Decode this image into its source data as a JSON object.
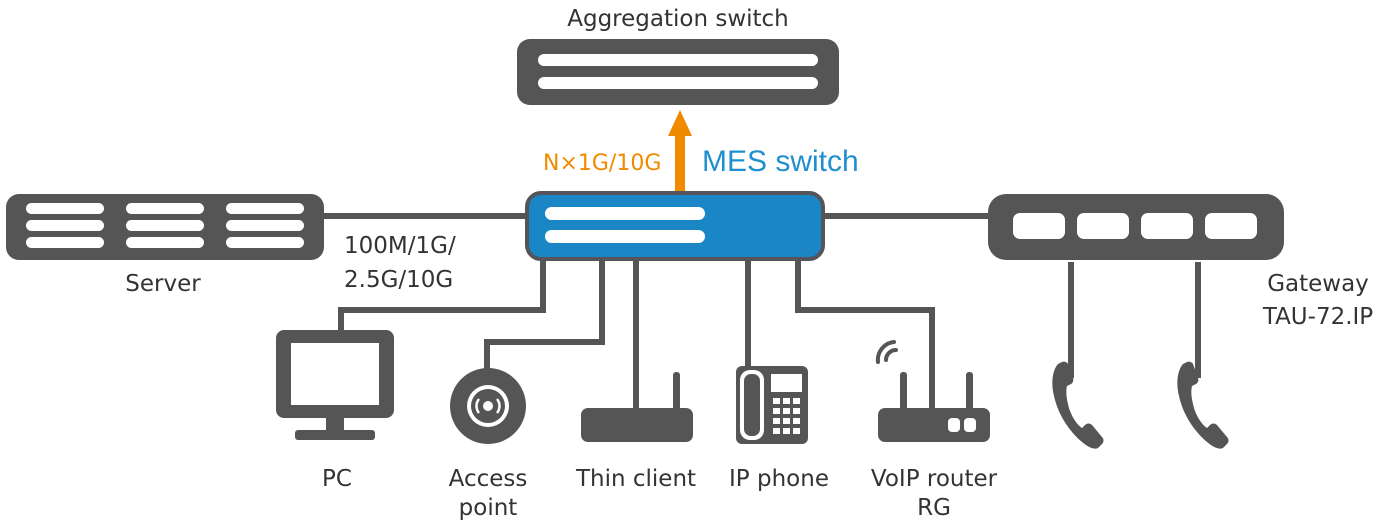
{
  "colors": {
    "device": "#555555",
    "slot": "#ffffff",
    "mes_fill": "#1b86c6",
    "mes_stroke": "#54545a",
    "uplink_arrow": "#f08a00",
    "mes_label": "#1f8fd0",
    "text": "#333333"
  },
  "labels": {
    "aggregation_switch": "Aggregation switch",
    "uplink_speed": "N×1G/10G",
    "mes_switch": "MES switch",
    "server": "Server",
    "link_speed_line1": "100M/1G/",
    "link_speed_line2": "2.5G/10G",
    "gateway_line1": "Gateway",
    "gateway_line2": "TAU-72.IP",
    "pc": "PC",
    "access_point_line1": "Access",
    "access_point_line2": "point",
    "thin_client": "Thin client",
    "ip_phone": "IP phone",
    "voip_router_line1": "VoIP router",
    "voip_router_line2": "RG"
  },
  "icons": [
    "aggregation-switch-icon",
    "server-icon",
    "mes-switch-icon",
    "gateway-icon",
    "pc-monitor-icon",
    "access-point-icon",
    "thin-client-icon",
    "ip-phone-icon",
    "voip-router-icon",
    "wifi-signal-icon",
    "handset-icon"
  ]
}
